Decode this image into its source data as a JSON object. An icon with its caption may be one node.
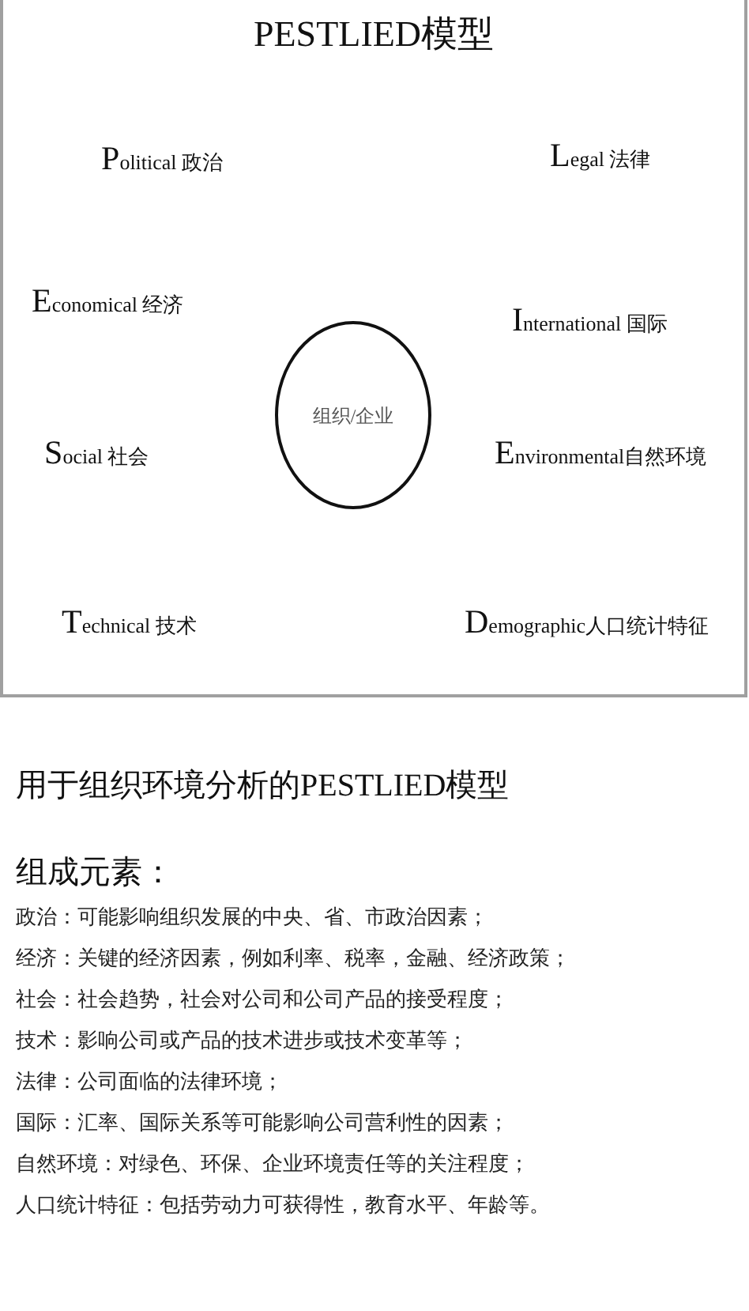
{
  "diagram": {
    "nodes": [
      {
        "text": [
          "PESTLIED模型"
        ]
      },
      {
        "text": [
          "组织/企业"
        ],
        "in": 0
      }
    ],
    "labels": [
      "Political 政治",
      "Legal 法律",
      "Economical 经济",
      "International 国际",
      "Social 社会",
      "Environmental自然环境",
      "Technical 技术",
      "Demographic人口统计特征",
      "用于组织环境分析的PESTLIED模型",
      "组成元素：",
      "政治：可能影响组织发展的中央、省、市政治因素；",
      "经济：关键的经济因素，例如利率、税率，金融、经济政策；",
      "社会：社会趋势，社会对公司和公司产品的接受程度；",
      "技术：影响公司或产品的技术进步或技术变革等；",
      "法律：公司面临的法律环境；",
      "国际：汇率、国际关系等可能影响公司营利性的因素；",
      "自然环境：对绿色、环保、企业环境责任等的关注程度；",
      "人口统计特征：包括劳动力可获得性，教育水平、年龄等。"
    ]
  }
}
